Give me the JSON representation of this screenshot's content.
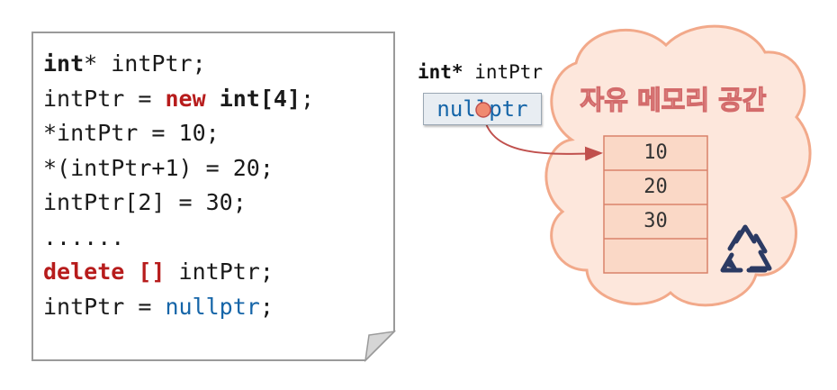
{
  "code_card": {
    "lines": [
      [
        {
          "t": "int",
          "c": "kw"
        },
        {
          "t": "* intPtr;",
          "c": ""
        }
      ],
      [
        {
          "t": "intPtr = ",
          "c": ""
        },
        {
          "t": "new",
          "c": "kw red"
        },
        {
          "t": " ",
          "c": ""
        },
        {
          "t": "int[4]",
          "c": "kw"
        },
        {
          "t": ";",
          "c": ""
        }
      ],
      [
        {
          "t": "*intPtr = 10;",
          "c": ""
        }
      ],
      [
        {
          "t": "*(intPtr+1) = 20;",
          "c": ""
        }
      ],
      [
        {
          "t": "intPtr[2] = 30;",
          "c": ""
        }
      ],
      [
        {
          "t": "......",
          "c": ""
        }
      ],
      [
        {
          "t": "delete",
          "c": "kw red"
        },
        {
          "t": " ",
          "c": ""
        },
        {
          "t": "[]",
          "c": "kw red"
        },
        {
          "t": " intPtr;",
          "c": ""
        }
      ],
      [
        {
          "t": "intPtr = ",
          "c": ""
        },
        {
          "t": "nullptr",
          "c": "blue"
        },
        {
          "t": ";",
          "c": ""
        }
      ]
    ]
  },
  "pointer": {
    "type_label": "int*",
    "name_label": " intPtr",
    "value": "nullptr"
  },
  "heap": {
    "title": "자유 메모리 공간",
    "cells": [
      "10",
      "20",
      "30",
      ""
    ],
    "recycle_icon": "recycle-icon"
  },
  "colors": {
    "cloud_fill": "#fde7dc",
    "cloud_stroke": "#f2a98a",
    "cell_fill": "#fad8c6",
    "cell_stroke": "#d9826a",
    "arrow": "#c0504d",
    "pointer_dot": "#f08a70",
    "keyword_red": "#b71c1c",
    "nullptr_blue": "#1565a8",
    "recycle_navy": "#2b3a63"
  }
}
